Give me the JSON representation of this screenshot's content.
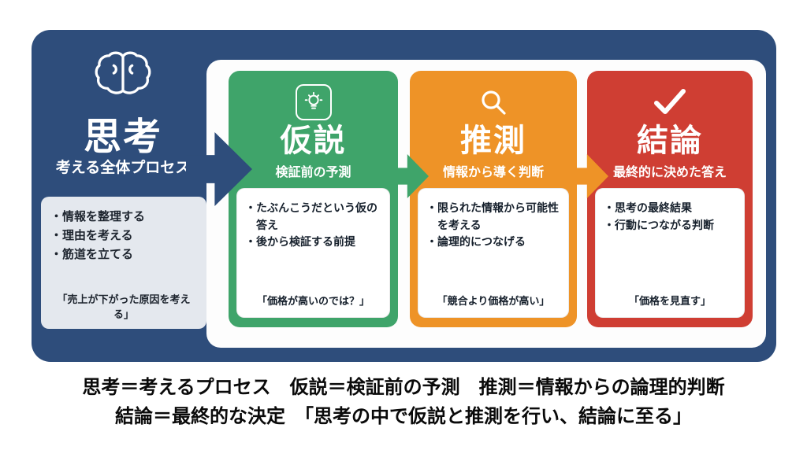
{
  "panel": {
    "main": {
      "icon": "brain-icon",
      "title": "思考",
      "subtitle": "考える全体プロセス",
      "bullets": [
        "情報を整理する",
        "理由を考える",
        "筋道を立てる"
      ],
      "quote": "「売上が下がった原因を考える」",
      "color": "#2e4d7b"
    },
    "cards": [
      {
        "icon": "lightbulb-icon",
        "title": "仮説",
        "subtitle": "検証前の予測",
        "bullets": [
          "たぶんこうだという仮の答え",
          "後から検証する前提"
        ],
        "quote": "「価格が高いのでは？」",
        "color": "#3fa46a"
      },
      {
        "icon": "magnifier-icon",
        "title": "推測",
        "subtitle": "情報から導く判断",
        "bullets": [
          "限られた情報から可能性を考える",
          "論理的につなげる"
        ],
        "quote": "「競合より価格が高い」",
        "color": "#ee9327"
      },
      {
        "icon": "check-icon",
        "title": "結論",
        "subtitle": "最終的に決めた答え",
        "bullets": [
          "思考の最終結果",
          "行動につながる判断"
        ],
        "quote": "「価格を見直す」",
        "color": "#cf3e33"
      }
    ],
    "arrows": {
      "blue": "#2e4d7b",
      "green": "#3fa46a",
      "orange": "#ee9327"
    }
  },
  "footer": {
    "line1": "思考＝考えるプロセス　仮説＝検証前の予測　推測＝情報からの論理的判断",
    "line2": "結論＝最終的な決定　「思考の中で仮説と推測を行い、結論に至る」"
  }
}
